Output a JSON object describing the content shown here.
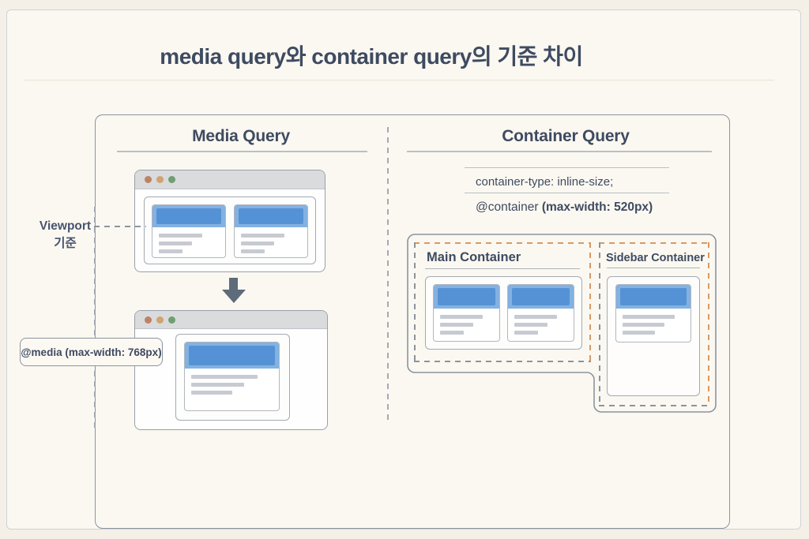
{
  "title": "media query와 container query의 기준 차이",
  "media_panel": {
    "heading": "Media Query",
    "viewport_label": {
      "line1": "Viewport",
      "line2": "기준"
    },
    "media_rule": "@media (max-width: 768px)"
  },
  "container_panel": {
    "heading": "Container Query",
    "code": {
      "line1": "container-type: inline-size;",
      "line2_prefix": "@container ",
      "line2_bold": "(max-width: 520px)"
    },
    "main_container": {
      "label": "Main Container"
    },
    "sidebar_container": {
      "label": "Sidebar Container"
    }
  },
  "icons": {
    "window_dots": [
      "close-dot",
      "minimize-dot",
      "maximize-dot"
    ],
    "arrow": "arrow-down-icon"
  },
  "colors": {
    "page-bg": "#fbf8f1",
    "ink": "#3e4b61",
    "border-strong": "#8b94a1",
    "accent-blue": "#5592d5",
    "accent-blue-light": "#83b1e1",
    "skeleton-gray": "#c7cbd1",
    "orange-dash": "#d89a63",
    "dot-red": "#bd8265",
    "dot-yellow": "#d0a373",
    "dot-green": "#6f9f72"
  }
}
